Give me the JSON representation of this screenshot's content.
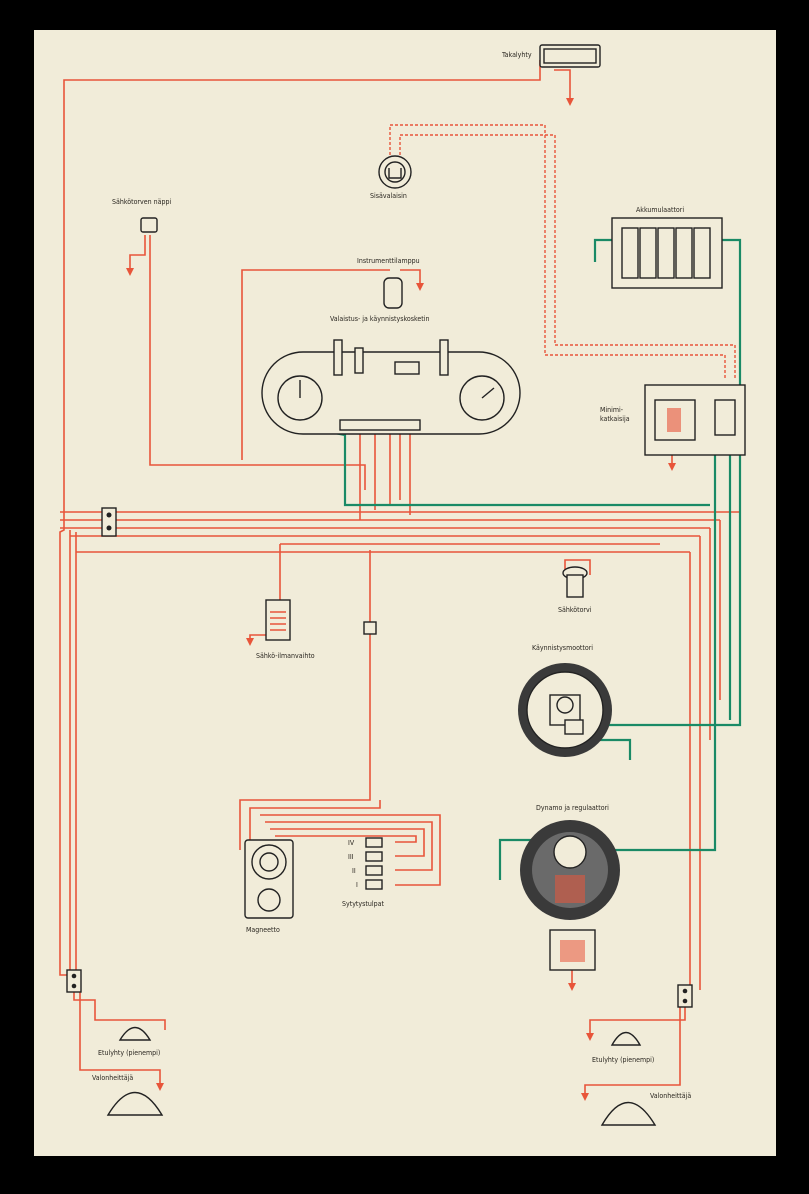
{
  "diagram": {
    "colors": {
      "paper": "#f1ecd9",
      "frame": "#000000",
      "red_wire": "#e8553a",
      "green_wire": "#1a8a66",
      "ink": "#222222"
    },
    "labels": {
      "takalyhty": "Takalyhty",
      "sahkotorven_nappi": "Sähkötorven näppi",
      "sisavalaisin": "Sisävalaisin",
      "akkumulaattori": "Akkumulaattori",
      "instrumenttilamppu": "Instrumenttilamppu",
      "valaistus_kojeet": "Valaistus- ja käynnistyskosketin",
      "minimikatkaisija_1": "Minimi-",
      "minimikatkaisija_2": "katkaisija",
      "sahkotorvi": "Sähkötorvi",
      "sahkoilmanvaihto": "Sähkö-ilmanvaihto",
      "kaynnistysmoottori": "Käynnistysmoottori",
      "dynamo_regulaattori": "Dynamo ja regulaattori",
      "magneetto": "Magneetto",
      "sytytystulpat": "Sytytystulpat",
      "plug_iv": "IV",
      "plug_iii": "III",
      "plug_ii": "II",
      "plug_i": "I",
      "etulyhty_left": "Etulyhty (pienempi)",
      "valonheittaja_left": "Valonheittäjä",
      "etulyhty_right": "Etulyhty (pienempi)",
      "valonheittaja_right": "Valonheittäjä"
    }
  }
}
